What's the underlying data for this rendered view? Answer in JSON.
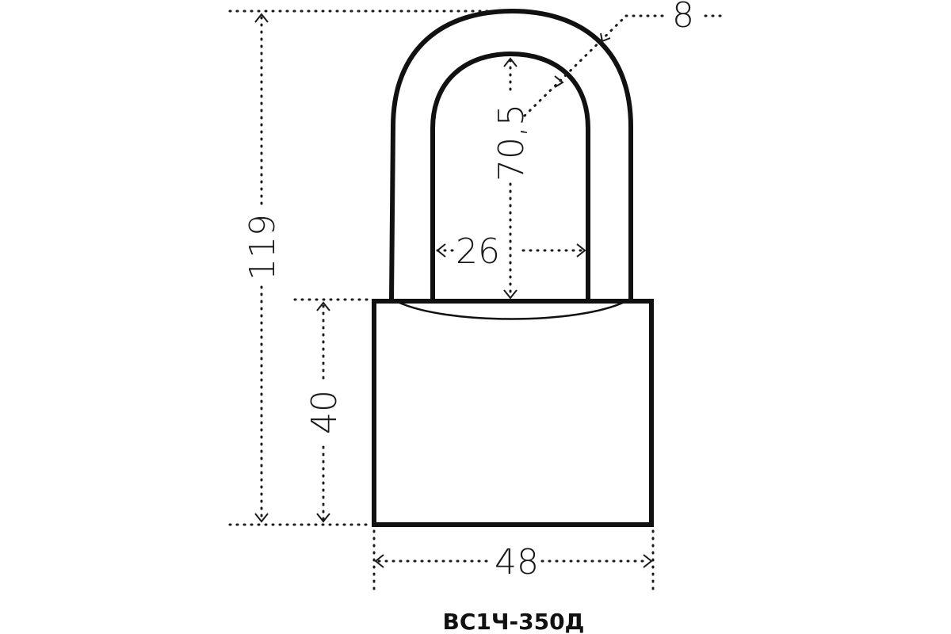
{
  "diagram": {
    "subject": "padlock",
    "model": "ВС1Ч-350Д",
    "dimensions": {
      "total_height": "119",
      "body_height": "40",
      "body_width": "48",
      "shackle_inner_height": "70,5",
      "shackle_inner_width": "26",
      "shackle_thickness": "8"
    }
  }
}
